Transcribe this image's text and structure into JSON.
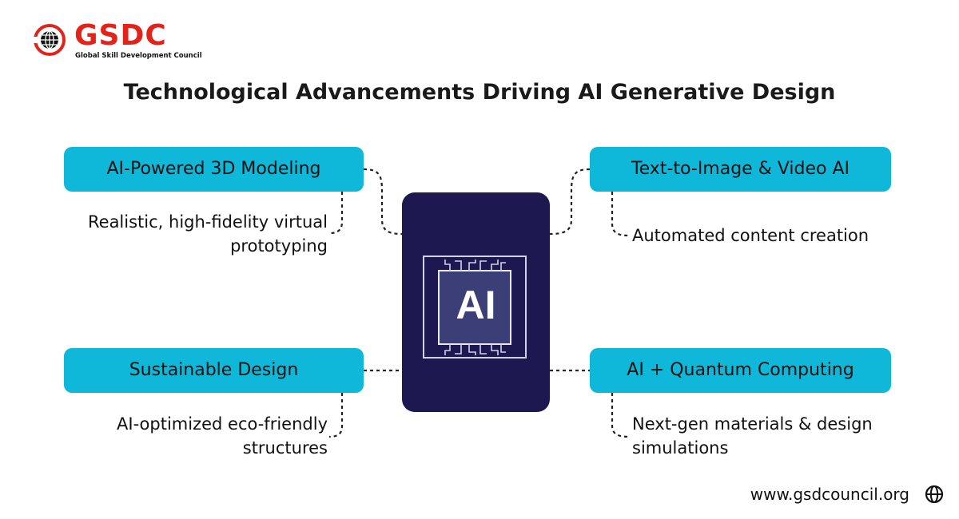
{
  "brand": {
    "name": "GSDC",
    "tagline": "Global Skill Development Council",
    "logo_icon": "globe-logo-icon",
    "color": "#e2231a"
  },
  "title": "Technological Advancements Driving AI Generative Design",
  "center": {
    "label": "AI",
    "icon": "ai-chip-icon",
    "color": "#1e1850"
  },
  "accent_color": "#0fb7d8",
  "items": [
    {
      "label": "AI-Powered 3D Modeling",
      "description": "Realistic, high-fidelity virtual prototyping"
    },
    {
      "label": "Text-to-Image & Video AI",
      "description": "Automated content creation"
    },
    {
      "label": "Sustainable Design",
      "description": "AI-optimized eco-friendly structures"
    },
    {
      "label": "AI + Quantum Computing",
      "description": "Next-gen materials & design simulations"
    }
  ],
  "footer": {
    "website": "www.gsdcouncil.org",
    "icon": "globe-icon"
  }
}
